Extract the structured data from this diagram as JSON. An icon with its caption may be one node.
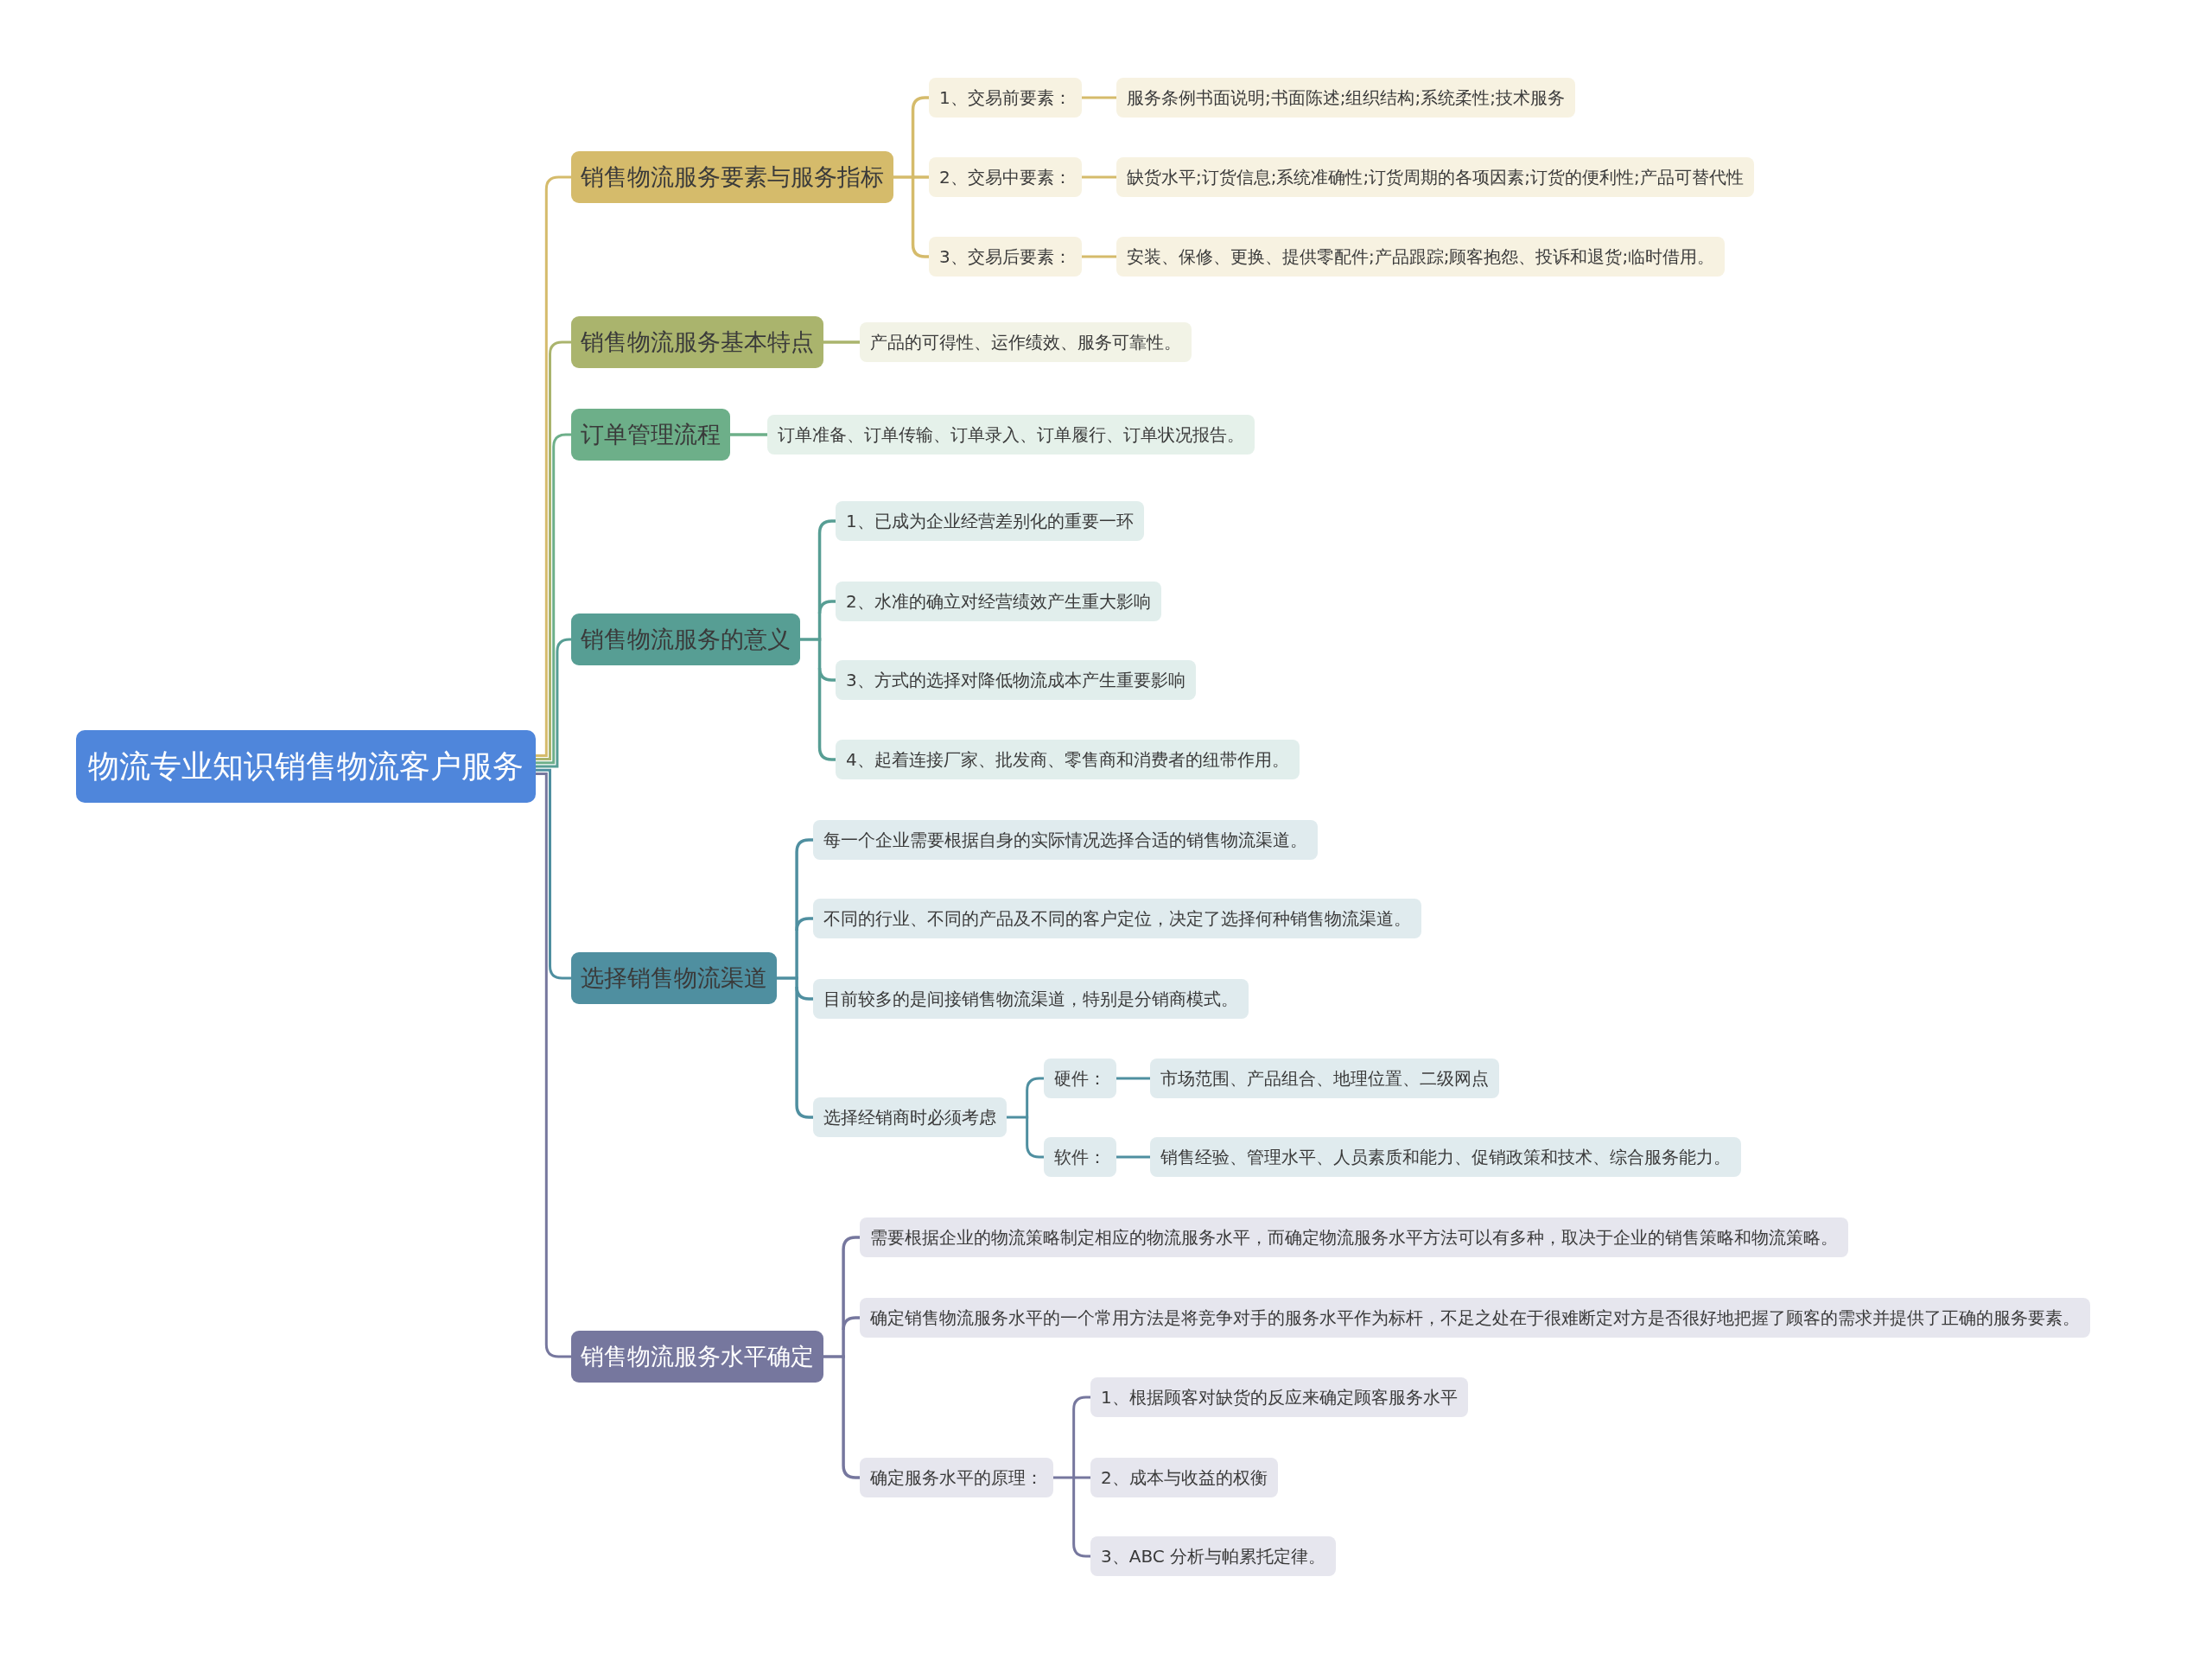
{
  "diagram": {
    "nodes": [
      {
        "text": [
          "物流专业知识销售物流客户服务"
        ]
      },
      {
        "text": [
          "销售物流服务要素与服务指标"
        ]
      },
      {
        "text": [
          "1、交易前要素："
        ]
      },
      {
        "text": [
          "服务条例书面说明;书面陈述;组织结构;系统柔性;技术服务"
        ]
      },
      {
        "text": [
          "2、交易中要素："
        ]
      },
      {
        "text": [
          "缺货水平;订货信息;系统准确性;订货周期的各项因素;订货的便利性;产品可替代性"
        ]
      },
      {
        "text": [
          "3、交易后要素："
        ]
      },
      {
        "text": [
          "安装、保修、更换、提供零配件;产品跟踪;顾客抱怨、投诉和退货;临时借用。"
        ]
      },
      {
        "text": [
          "销售物流服务基本特点"
        ]
      },
      {
        "text": [
          "产品的可得性、运作绩效、服务可靠性。"
        ]
      },
      {
        "text": [
          "订单管理流程"
        ]
      },
      {
        "text": [
          "订单准备、订单传输、订单录入、订单履行、订单状况报告。"
        ]
      },
      {
        "text": [
          "销售物流服务的意义"
        ]
      },
      {
        "text": [
          "1、已成为企业经营差别化的重要一环"
        ]
      },
      {
        "text": [
          "2、水准的确立对经营绩效产生重大影响"
        ]
      },
      {
        "text": [
          "3、方式的选择对降低物流成本产生重要影响"
        ]
      },
      {
        "text": [
          "4、起着连接厂家、批发商、零售商和消费者的纽带作用。"
        ]
      },
      {
        "text": [
          "选择销售物流渠道"
        ]
      },
      {
        "text": [
          "每一个企业需要根据自身的实际情况选择合适的销售物流渠道。"
        ]
      },
      {
        "text": [
          "不同的行业、不同的产品及不同的客户定位，决定了选择何种销售物流渠道。"
        ]
      },
      {
        "text": [
          "目前较多的是间接销售物流渠道，特别是分销商模式。"
        ]
      },
      {
        "text": [
          "选择经销商时必须考虑"
        ]
      },
      {
        "text": [
          "硬件："
        ]
      },
      {
        "text": [
          "市场范围、产品组合、地理位置、二级网点"
        ]
      },
      {
        "text": [
          "软件："
        ]
      },
      {
        "text": [
          "销售经验、管理水平、人员素质和能力、促销政策和技术、综合服务能力。"
        ]
      },
      {
        "text": [
          "销售物流服务水平确定"
        ]
      },
      {
        "text": [
          "需要根据企业的物流策略制定相应的物流服务水平，而确定物流服务水平方法可以有多种，取决于企业的销售策略和物流策略。"
        ]
      },
      {
        "text": [
          "确定销售物流服务水平的一个常用方法是将竞争对手的服务水平作为标杆，不足之处在于很难断定对方是否很好地把握了顾客的需求并提供了正确的服务要素。"
        ]
      },
      {
        "text": [
          "确定服务水平的原理："
        ]
      },
      {
        "text": [
          "1、根据顾客对缺货的反应来确定顾客服务水平"
        ]
      },
      {
        "text": [
          "2、成本与收益的权衡"
        ]
      },
      {
        "text": [
          "3、ABC 分析与帕累托定律。"
        ]
      }
    ],
    "edges": [
      {
        "from": 0,
        "to": 1,
        "arrow": "none",
        "color": "#d5bb6b"
      },
      {
        "from": 0,
        "to": 8,
        "arrow": "none",
        "color": "#aab46d"
      },
      {
        "from": 0,
        "to": 10,
        "arrow": "none",
        "color": "#6daf89"
      },
      {
        "from": 0,
        "to": 12,
        "arrow": "none",
        "color": "#579e94"
      },
      {
        "from": 0,
        "to": 17,
        "arrow": "none",
        "color": "#4f8fa0"
      },
      {
        "from": 0,
        "to": 26,
        "arrow": "none",
        "color": "#76779e"
      },
      {
        "from": 1,
        "to": 2,
        "arrow": "none",
        "color": "#d5bb6b"
      },
      {
        "from": 1,
        "to": 4,
        "arrow": "none",
        "color": "#d5bb6b"
      },
      {
        "from": 1,
        "to": 6,
        "arrow": "none",
        "color": "#d5bb6b"
      },
      {
        "from": 2,
        "to": 3,
        "arrow": "none",
        "color": "#d5bb6b"
      },
      {
        "from": 4,
        "to": 5,
        "arrow": "none",
        "color": "#d5bb6b"
      },
      {
        "from": 6,
        "to": 7,
        "arrow": "none",
        "color": "#d5bb6b"
      },
      {
        "from": 8,
        "to": 9,
        "arrow": "none",
        "color": "#aab46d"
      },
      {
        "from": 10,
        "to": 11,
        "arrow": "none",
        "color": "#6daf89"
      },
      {
        "from": 12,
        "to": 13,
        "arrow": "none",
        "color": "#579e94"
      },
      {
        "from": 12,
        "to": 14,
        "arrow": "none",
        "color": "#579e94"
      },
      {
        "from": 12,
        "to": 15,
        "arrow": "none",
        "color": "#579e94"
      },
      {
        "from": 12,
        "to": 16,
        "arrow": "none",
        "color": "#579e94"
      },
      {
        "from": 17,
        "to": 18,
        "arrow": "none",
        "color": "#4f8fa0"
      },
      {
        "from": 17,
        "to": 19,
        "arrow": "none",
        "color": "#4f8fa0"
      },
      {
        "from": 17,
        "to": 20,
        "arrow": "none",
        "color": "#4f8fa0"
      },
      {
        "from": 17,
        "to": 21,
        "arrow": "none",
        "color": "#4f8fa0"
      },
      {
        "from": 21,
        "to": 22,
        "arrow": "none",
        "color": "#4f8fa0"
      },
      {
        "from": 21,
        "to": 24,
        "arrow": "none",
        "color": "#4f8fa0"
      },
      {
        "from": 22,
        "to": 23,
        "arrow": "none",
        "color": "#4f8fa0"
      },
      {
        "from": 24,
        "to": 25,
        "arrow": "none",
        "color": "#4f8fa0"
      },
      {
        "from": 26,
        "to": 27,
        "arrow": "none",
        "color": "#76779e"
      },
      {
        "from": 26,
        "to": 28,
        "arrow": "none",
        "color": "#76779e"
      },
      {
        "from": 26,
        "to": 29,
        "arrow": "none",
        "color": "#76779e"
      },
      {
        "from": 29,
        "to": 30,
        "arrow": "none",
        "color": "#76779e"
      },
      {
        "from": 29,
        "to": 31,
        "arrow": "none",
        "color": "#76779e"
      },
      {
        "from": 29,
        "to": 32,
        "arrow": "none",
        "color": "#76779e"
      }
    ]
  }
}
